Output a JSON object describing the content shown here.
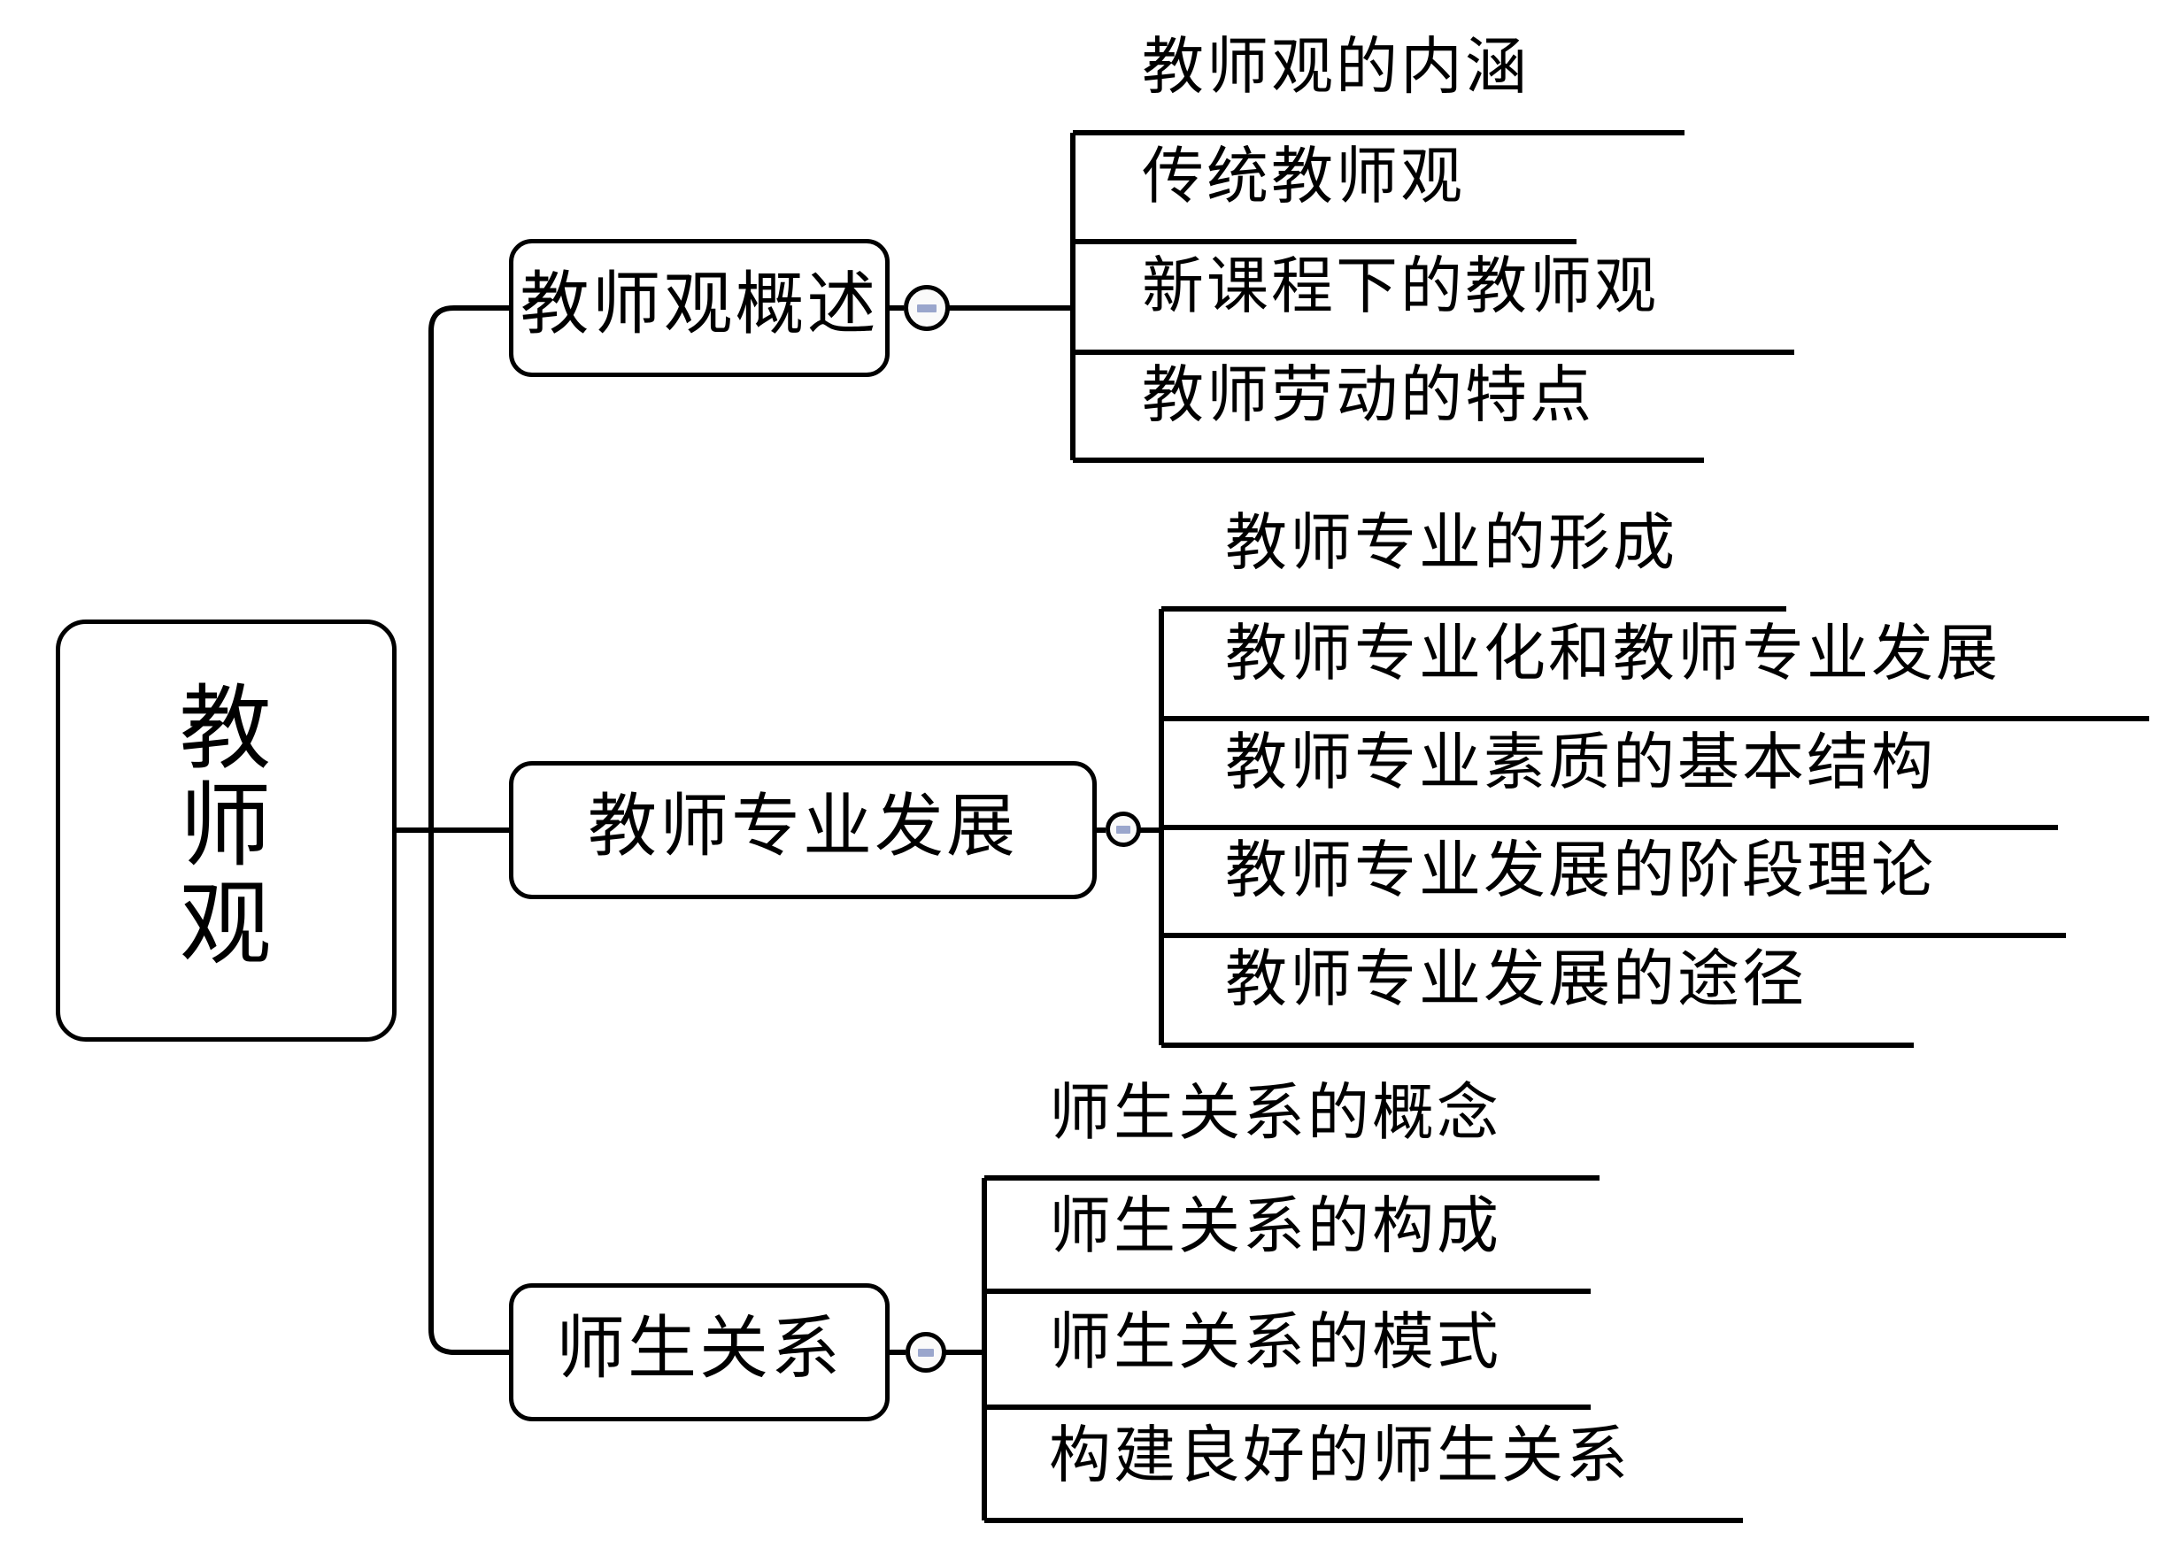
{
  "diagram": {
    "type": "mind-map",
    "title": "教师观",
    "root": {
      "label": "教师观",
      "lines": [
        "教",
        "师",
        "观"
      ]
    },
    "branches": [
      {
        "label": "教师观概述",
        "toggle_icon": "minus-circle-icon",
        "toggle_state": "expanded",
        "children": [
          {
            "label": "教师观的内涵"
          },
          {
            "label": "传统教师观"
          },
          {
            "label": "新课程下的教师观"
          },
          {
            "label": "教师劳动的特点"
          }
        ]
      },
      {
        "label": "教师专业发展",
        "toggle_icon": "minus-circle-icon",
        "toggle_state": "expanded",
        "children": [
          {
            "label": "教师专业的形成"
          },
          {
            "label": "教师专业化和教师专业发展"
          },
          {
            "label": "教师专业素质的基本结构"
          },
          {
            "label": "教师专业发展的阶段理论"
          },
          {
            "label": "教师专业发展的途径"
          }
        ]
      },
      {
        "label": "师生关系",
        "toggle_icon": "minus-circle-icon",
        "toggle_state": "expanded",
        "children": [
          {
            "label": "师生关系的概念"
          },
          {
            "label": "师生关系的构成"
          },
          {
            "label": "师生关系的模式"
          },
          {
            "label": "构建良好的师生关系"
          }
        ]
      }
    ],
    "colors": {
      "line": "#000000",
      "text": "#000000",
      "background": "#ffffff",
      "toggle_fill": "#fafafa",
      "toggle_glyph": "#9aa6cc"
    }
  }
}
